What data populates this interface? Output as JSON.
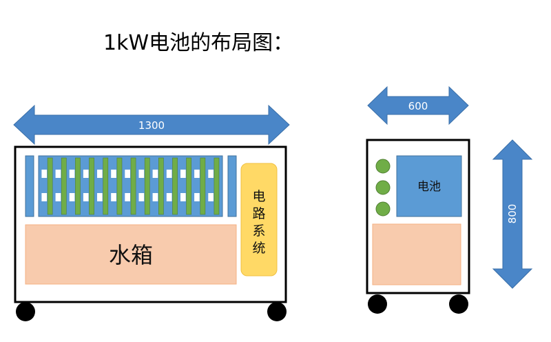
{
  "title": "1kW电池的布局图：",
  "front_view": {
    "width_label": "1300",
    "tank_label": "水箱",
    "circuit_label_chars": [
      "电",
      "路",
      "系",
      "统"
    ]
  },
  "side_view": {
    "width_label": "600",
    "height_label": "800",
    "battery_label": "电池"
  },
  "colors": {
    "arrow_blue": "#4a86c8",
    "module_blue": "#5b9bd5",
    "bar_green": "#70ad47",
    "tank_peach": "#f8cbad",
    "circuit_yellow": "#ffd966",
    "frame": "#000000"
  }
}
